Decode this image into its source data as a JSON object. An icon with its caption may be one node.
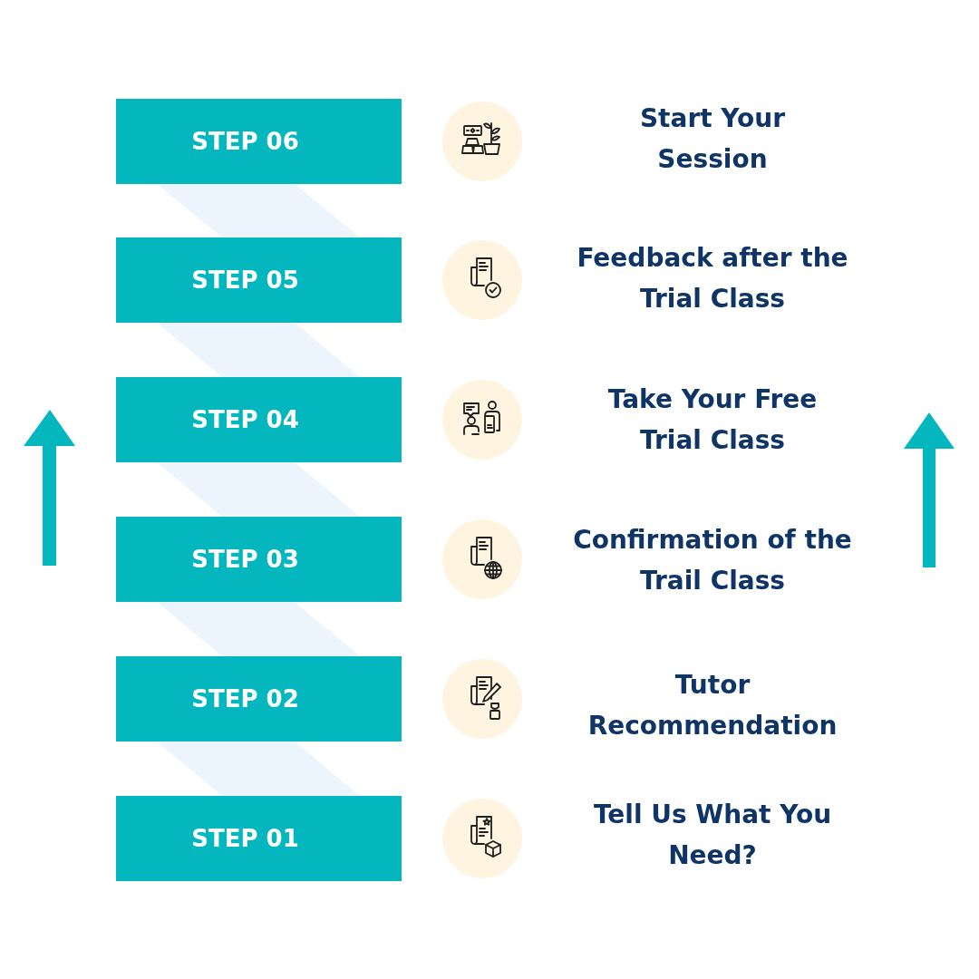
{
  "diagram": {
    "nodes": [
      {
        "text": [
          "STEP 06"
        ]
      },
      {
        "text": [
          "STEP 05"
        ]
      },
      {
        "text": [
          "STEP 04"
        ]
      },
      {
        "text": [
          "STEP 03"
        ]
      },
      {
        "text": [
          "STEP 02"
        ]
      },
      {
        "text": [
          "STEP 01"
        ]
      }
    ],
    "edges": [
      {
        "from": 5,
        "to": 4,
        "arrow": "none"
      },
      {
        "from": 4,
        "to": 3,
        "arrow": "none"
      },
      {
        "from": 3,
        "to": 2,
        "arrow": "none"
      },
      {
        "from": 2,
        "to": 1,
        "arrow": "none"
      },
      {
        "from": 1,
        "to": 0,
        "arrow": "none"
      }
    ],
    "labels": [
      "Start Your Session",
      "Feedback after the Trial Class",
      "Take Your Free Trial Class",
      "Confirmation of the Trail Class",
      "Tutor Recommendation",
      "Tell Us What You Need?"
    ]
  }
}
